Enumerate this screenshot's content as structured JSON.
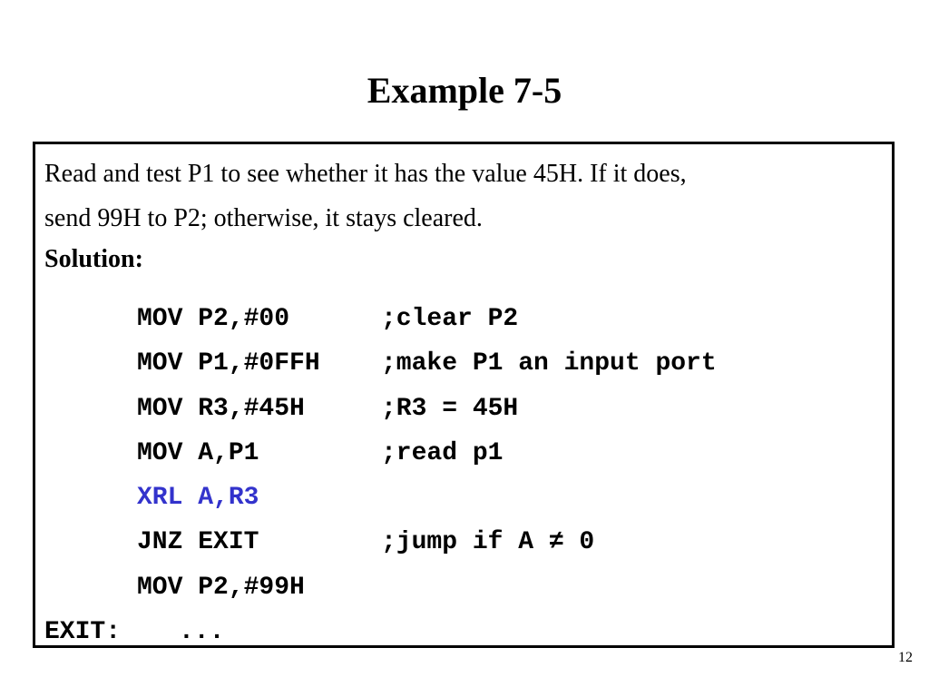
{
  "slide": {
    "title": "Example 7-5",
    "problem_lines": [
      "Read and test P1 to see whether it has the value 45H. If it does,",
      "send 99H to P2; otherwise, it stays cleared."
    ],
    "solution_label": "Solution:",
    "code": [
      {
        "instr": "MOV P2,#00",
        "comment": ";clear P2"
      },
      {
        "instr": "MOV P1,#0FFH",
        "comment": ";make P1 an input port"
      },
      {
        "instr": "MOV R3,#45H",
        "comment": ";R3 = 45H"
      },
      {
        "instr": "MOV A,P1",
        "comment": ";read p1"
      },
      {
        "instr": "XRL A,R3",
        "comment": ""
      },
      {
        "instr": "JNZ EXIT",
        "comment": ";jump if A ≠ 0"
      },
      {
        "instr": "MOV P2,#99H",
        "comment": ""
      }
    ],
    "exit_line": {
      "label": "EXIT:",
      "operand": "..."
    },
    "highlight_color": "#3333cc",
    "page_number": "12"
  }
}
